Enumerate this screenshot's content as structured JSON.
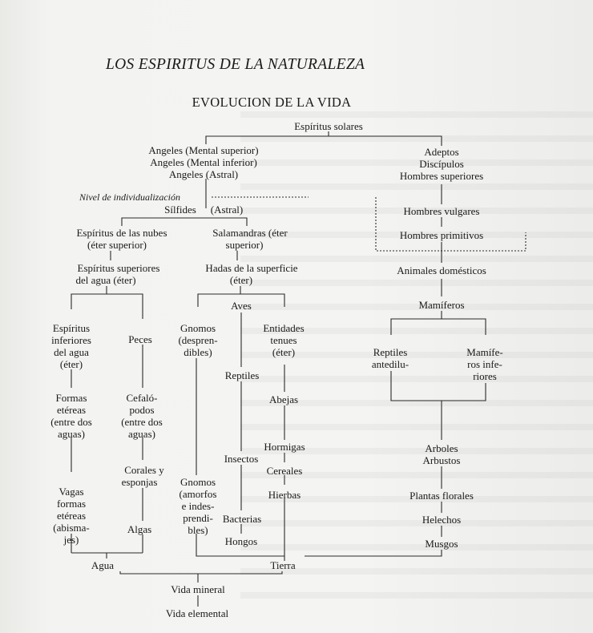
{
  "title": "LOS ESPIRITUS DE LA NATURALEZA",
  "subtitle": "EVOLUCION DE LA VIDA",
  "nodes": {
    "espiritus_solares": "Espíritus solares",
    "angeles_mental_sup": "Angeles (Mental superior)",
    "angeles_mental_inf": "Angeles (Mental inferior)",
    "angeles_astral": "Angeles (Astral)",
    "adeptos": "Adeptos",
    "discipulos": "Discípulos",
    "hombres_superiores": "Hombres superiores",
    "nivel_individualizacion": "Nivel de individualización",
    "silfides": "Sílfides",
    "astral": "(Astral)",
    "hombres_vulgares": "Hombres vulgares",
    "hombres_primitivos": "Hombres primitivos",
    "espiritus_nubes_1": "Espíritus de las nubes",
    "espiritus_nubes_2": "(éter superior)",
    "salamandras_1": "Salamandras (éter",
    "salamandras_2": "superior)",
    "espiritus_sup_agua_1": "Espíritus superiores",
    "espiritus_sup_agua_2": "del agua (éter)",
    "hadas_1": "Hadas de la superficie",
    "hadas_2": "(éter)",
    "animales_domesticos": "Animales domésticos",
    "aves": "Aves",
    "mamiferos": "Mamíferos",
    "esp_inf_agua_1": "Espíritus",
    "esp_inf_agua_2": "inferiores",
    "esp_inf_agua_3": "del agua",
    "esp_inf_agua_4": "(éter)",
    "peces": "Peces",
    "gnomos_desp_1": "Gnomos",
    "gnomos_desp_2": "(despren-",
    "gnomos_desp_3": "dibles)",
    "entidades_1": "Entidades",
    "entidades_2": "tenues",
    "entidades_3": "(éter)",
    "reptiles_ant_1": "Reptiles",
    "reptiles_ant_2": "antedilu-",
    "mamif_inf_1": "Mamífe-",
    "mamif_inf_2": "ros infe-",
    "mamif_inf_3": "riores",
    "reptiles": "Reptiles",
    "abejas": "Abejas",
    "formas_etereas_1": "Formas",
    "formas_etereas_2": "etéreas",
    "formas_etereas_3": "(entre dos",
    "formas_etereas_4": "aguas)",
    "cefalopodos_1": "Cefaló-",
    "cefalopodos_2": "podos",
    "cefalopodos_3": "(entre dos",
    "cefalopodos_4": "aguas)",
    "hormigas": "Hormigas",
    "insectos": "Insectos",
    "cereales": "Cereales",
    "arboles": "Arboles",
    "arbustos": "Arbustos",
    "corales_1": "Corales y",
    "corales_2": "esponjas",
    "vagas_1": "Vagas",
    "vagas_2": "formas",
    "vagas_3": "etéreas",
    "vagas_4": "(abisma-",
    "vagas_5": "jes)",
    "gnomos_amorfos_1": "Gnomos",
    "gnomos_amorfos_2": "(amorfos",
    "gnomos_amorfos_3": "e indes-",
    "gnomos_amorfos_4": "prendi-",
    "gnomos_amorfos_5": "bles)",
    "hierbas": "Hierbas",
    "plantas_florales": "Plantas florales",
    "bacterias": "Bacterias",
    "helechos": "Helechos",
    "algas": "Algas",
    "hongos": "Hongos",
    "musgos": "Musgos",
    "agua": "Agua",
    "tierra": "Tierra",
    "vida_mineral": "Vida mineral",
    "vida_elemental": "Vida elemental"
  }
}
